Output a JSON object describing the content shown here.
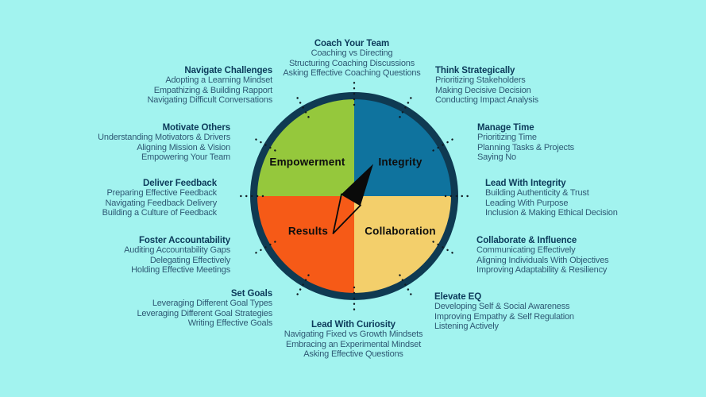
{
  "canvas": {
    "background_color": "#a2f3ef"
  },
  "compass": {
    "ring_color": "#0f3a52",
    "needle_color": "#0a0a0a",
    "tick_color": "#111b22",
    "quadrants": [
      {
        "label": "Empowerment",
        "color": "#95c83c",
        "position": "top-left"
      },
      {
        "label": "Integrity",
        "color": "#0f739e",
        "position": "top-right"
      },
      {
        "label": "Results",
        "color": "#f65a17",
        "position": "bottom-left"
      },
      {
        "label": "Collaboration",
        "color": "#f3cf6b",
        "position": "bottom-right"
      }
    ]
  },
  "topics": [
    {
      "id": "coach-your-team",
      "title": "Coach Your Team",
      "items": [
        "Coaching vs Directing",
        "Structuring Coaching Discussions",
        "Asking Effective Coaching Questions"
      ]
    },
    {
      "id": "think-strategically",
      "title": "Think Strategically",
      "items": [
        "Prioritizing Stakeholders",
        "Making Decisive Decision",
        "Conducting Impact Analysis"
      ]
    },
    {
      "id": "manage-time",
      "title": "Manage Time",
      "items": [
        "Prioritizing Time",
        "Planning Tasks & Projects",
        "Saying No"
      ]
    },
    {
      "id": "lead-with-integrity",
      "title": "Lead With Integrity",
      "items": [
        "Building Authenticity & Trust",
        "Leading With Purpose",
        "Inclusion & Making Ethical Decision"
      ]
    },
    {
      "id": "collaborate-and-influence",
      "title": "Collaborate & Influence",
      "items": [
        "Communicating Effectively",
        "Aligning Individuals With Objectives",
        "Improving Adaptability & Resiliency"
      ]
    },
    {
      "id": "elevate-eq",
      "title": "Elevate EQ",
      "items": [
        "Developing Self & Social Awareness",
        "Improving Empathy & Self Regulation",
        "Listening Actively"
      ]
    },
    {
      "id": "lead-with-curiosity",
      "title": "Lead With Curiosity",
      "items": [
        "Navigating Fixed vs Growth Mindsets",
        "Embracing an Experimental Mindset",
        "Asking Effective Questions"
      ]
    },
    {
      "id": "set-goals",
      "title": "Set Goals",
      "items": [
        "Leveraging Different Goal Types",
        "Leveraging Different Goal Strategies",
        "Writing Effective Goals"
      ]
    },
    {
      "id": "foster-accountability",
      "title": "Foster Accountability",
      "items": [
        "Auditing Accountability Gaps",
        "Delegating Effectively",
        "Holding Effective Meetings"
      ]
    },
    {
      "id": "deliver-feedback",
      "title": "Deliver Feedback",
      "items": [
        "Preparing Effective Feedback",
        "Navigating Feedback Delivery",
        "Building a Culture of Feedback"
      ]
    },
    {
      "id": "motivate-others",
      "title": "Motivate Others",
      "items": [
        "Understanding Motivators & Drivers",
        "Aligning Mission & Vision",
        "Empowering Your Team"
      ]
    },
    {
      "id": "navigate-challenges",
      "title": "Navigate Challenges",
      "items": [
        "Adopting a Learning Mindset",
        "Empathizing & Building Rapport",
        "Navigating Difficult Conversations"
      ]
    }
  ]
}
